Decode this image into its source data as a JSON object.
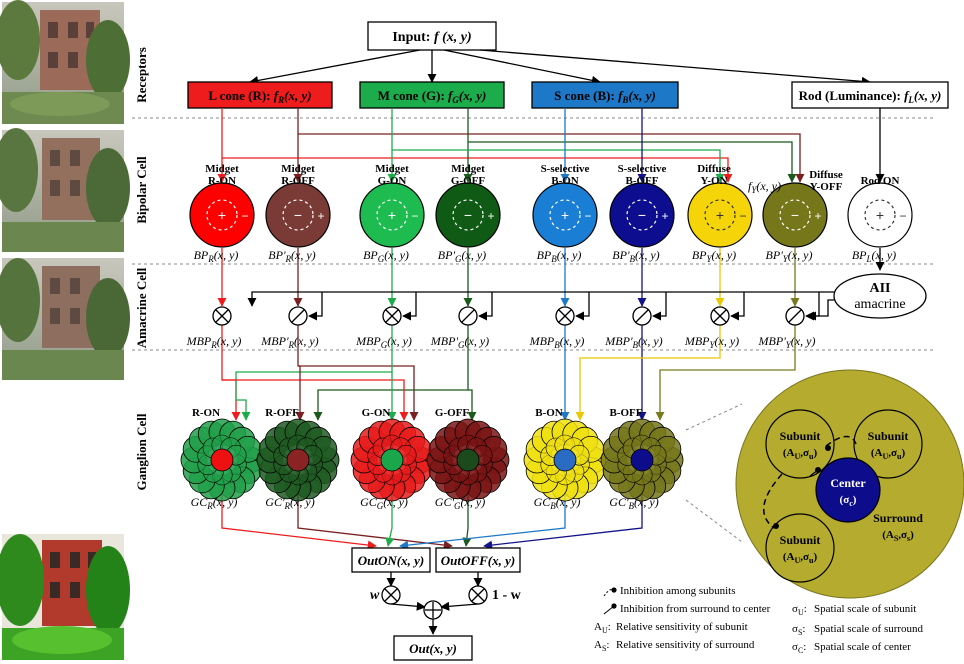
{
  "input": {
    "prefix": "Input:",
    "func": "f (x, y)"
  },
  "layers": {
    "receptors": "Receptors",
    "bipolar": "Bipolar Cell",
    "amacrine": "Amacrine Cell",
    "ganglion": "Ganglion Cell"
  },
  "receptors": [
    {
      "label": "L cone (R):",
      "func": "f",
      "sub": "R",
      "args": "(x, y)",
      "fill": "#ee1c1c",
      "text": "#000000"
    },
    {
      "label": "M cone (G):",
      "func": "f",
      "sub": "G",
      "args": "(x, y)",
      "fill": "#1dac4b",
      "text": "#000000"
    },
    {
      "label": "S cone (B):",
      "func": "f",
      "sub": "B",
      "args": "(x, y)",
      "fill": "#1d78c8",
      "text": "#000000"
    },
    {
      "label": "Rod (Luminance):",
      "func": "f",
      "sub": "L",
      "args": "(x, y)",
      "fill": "#ffffff",
      "text": "#000000"
    }
  ],
  "bipolar_cells": [
    {
      "label1": "Midget",
      "label2": "R-ON",
      "fill": "#ff0000",
      "sign": "on",
      "bp": "BP",
      "sub": "R",
      "prime": false
    },
    {
      "label1": "Midget",
      "label2": "R-OFF",
      "fill": "#7a3a36",
      "sign": "off",
      "bp": "BP'",
      "sub": "R",
      "prime": true
    },
    {
      "label1": "Midget",
      "label2": "G-ON",
      "fill": "#1dbb50",
      "sign": "on",
      "bp": "BP",
      "sub": "G",
      "prime": false
    },
    {
      "label1": "Midget",
      "label2": "G-OFF",
      "fill": "#0f5a14",
      "sign": "off",
      "bp": "BP'",
      "sub": "G",
      "prime": true
    },
    {
      "label1": "S-selective",
      "label2": "B-ON",
      "fill": "#1a7fd4",
      "sign": "on",
      "bp": "BP",
      "sub": "B",
      "prime": false
    },
    {
      "label1": "S-selective",
      "label2": "B-OFF",
      "fill": "#0d0d8f",
      "sign": "off",
      "bp": "BP'",
      "sub": "B",
      "prime": true
    },
    {
      "label1": "Diffuse",
      "label2": "Y-ON",
      "fill": "#f5d50a",
      "sign": "on",
      "bp": "BP",
      "sub": "Y",
      "prime": false
    },
    {
      "label1": "Diffuse",
      "label2": "Y-OFF",
      "fill": "#75771a",
      "sign": "off",
      "bp": "BP'",
      "sub": "Y",
      "prime": true
    },
    {
      "label1": "",
      "label2": "Rod ON",
      "fill": "#ffffff",
      "sign": "on",
      "bp": "BP",
      "sub": "L",
      "prime": false
    }
  ],
  "fy_label": {
    "func": "f",
    "sub": "Y",
    "args": "(x, y)"
  },
  "amacrine": {
    "name1": "AII",
    "name2": "amacrine"
  },
  "mbp_labels": [
    {
      "text": "MBP",
      "sub": "R"
    },
    {
      "text": "MBP'",
      "sub": "R"
    },
    {
      "text": "MBP",
      "sub": "G"
    },
    {
      "text": "MBP'",
      "sub": "G"
    },
    {
      "text": "MBP",
      "sub": "B"
    },
    {
      "text": "MBP'",
      "sub": "B"
    },
    {
      "text": "MBP",
      "sub": "Y"
    },
    {
      "text": "MBP'",
      "sub": "Y"
    }
  ],
  "args": "(x, y)",
  "ganglion_cells": [
    {
      "label": "R-ON",
      "ring": "#21a04a",
      "center": "#ee1111",
      "gc": "GC",
      "sub": "R"
    },
    {
      "label": "R-OFF",
      "ring": "#1f5a22",
      "center": "#8a2424",
      "gc": "GC'",
      "sub": "R"
    },
    {
      "label": "G-ON",
      "ring": "#e71b1b",
      "center": "#1aa64a",
      "gc": "GC",
      "sub": "G"
    },
    {
      "label": "G-OFF",
      "ring": "#7a1414",
      "center": "#1c4a1c",
      "gc": "GC'",
      "sub": "G"
    },
    {
      "label": "B-ON",
      "ring": "#f0e011",
      "center": "#2a6cc4",
      "gc": "GC",
      "sub": "B"
    },
    {
      "label": "B-OFF",
      "ring": "#76761a",
      "center": "#0d0d8c",
      "gc": "GC'",
      "sub": "B"
    }
  ],
  "outputs": {
    "on": "OutON(x, y)",
    "off": "OutOFF(x, y)",
    "w": "w",
    "one_minus_w": "1 - w",
    "final": "Out(x, y)"
  },
  "surround_detail": {
    "subunit": "Subunit",
    "subunit_params": "(A",
    "subunit_params_full": "(AU,σu)",
    "center": "Center",
    "center_params": "(σc)",
    "surround": "Surround",
    "surround_params": "(AS,σs)"
  },
  "legend": [
    {
      "symbol": "dot-line",
      "text": "Inhibition among subunits"
    },
    {
      "symbol": "dot-line",
      "text": "Inhibition from surround to center"
    },
    {
      "symbol": "AU",
      "text": "Relative sensitivity of subunit"
    },
    {
      "symbol": "AS",
      "text": "Relative sensitivity of surround"
    }
  ],
  "legend_right": [
    {
      "symbol": "σU",
      "text": "Spatial scale of subunit"
    },
    {
      "symbol": "σS",
      "text": "Spatial scale of surround"
    },
    {
      "symbol": "σC",
      "text": "Spatial scale of center"
    }
  ],
  "colors": {
    "red": "#ee1c1c",
    "green": "#1dac4b",
    "blue": "#1d78c8",
    "yellow": "#f5d50a",
    "olive": "#7a7a1e",
    "darkred": "#7a2020",
    "darkgreen": "#1a5a1a",
    "navy": "#13138a",
    "detail_bg": "#b5ab2e"
  }
}
